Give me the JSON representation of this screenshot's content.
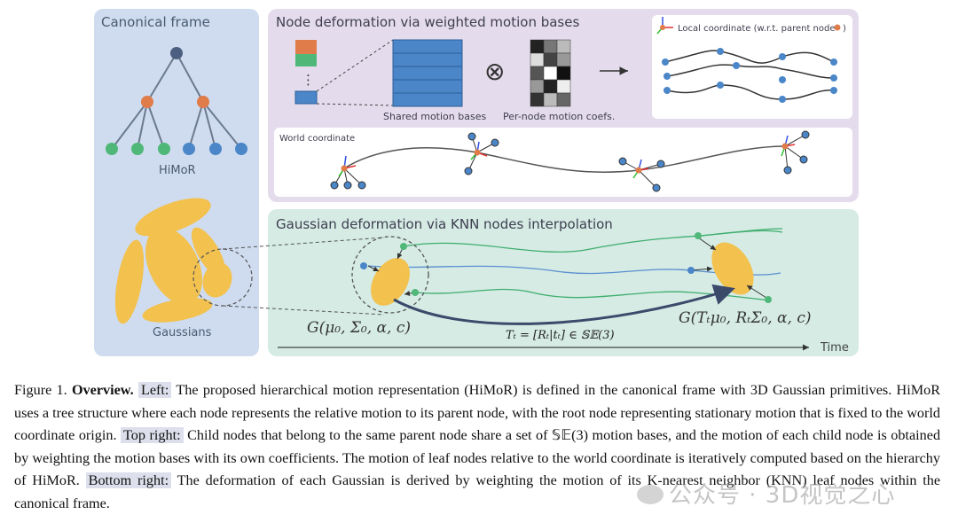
{
  "panels": {
    "canonical": {
      "title": "Canonical frame",
      "tree_label": "HiMoR",
      "gaussians_label": "Gaussians"
    },
    "node_deformation": {
      "title": "Node deformation via weighted motion bases",
      "shared_label": "Shared motion bases",
      "coef_label": "Per-node motion coefs.",
      "local_label": "Local coordinate (w.r.t. parent node",
      "world_label": "World coordinate",
      "dots": "⋮",
      "otimes": "⊗"
    },
    "gaussian_deformation": {
      "title": "Gaussian deformation via KNN nodes interpolation",
      "g_left": "G(μ₀, Σ₀, α, c)",
      "g_right": "G(Tₜμ₀, RₜΣ₀, α, c)",
      "transform": "Tₜ = [Rₜ|tₜ] ∈ 𝕊𝔼(3)",
      "time_label": "Time"
    }
  },
  "caption": {
    "fig_label": "Figure 1.",
    "bold": "Overview.",
    "left_tag": "Left:",
    "left_text": "The proposed hierarchical motion representation (HiMoR) is defined in the canonical frame with 3D Gaussian primitives. HiMoR uses a tree structure where each node represents the relative motion to its parent node, with the root node representing stationary motion that is fixed to the world coordinate origin.",
    "top_tag": "Top right:",
    "top_text": "Child nodes that belong to the same parent node share a set of 𝕊𝔼(3) motion bases, and the motion of each child node is obtained by weighting the motion bases with its own coefficients. The motion of leaf nodes relative to the world coordinate is iteratively computed based on the hierarchy of HiMoR.",
    "bottom_tag": "Bottom right:",
    "bottom_text": "The deformation of each Gaussian is derived by weighting the motion of its K-nearest neighbor (KNN) leaf nodes within the canonical frame."
  },
  "watermark": "公众号 · 3D视觉之心",
  "colors": {
    "left_panel": "#cfdcef",
    "top_panel": "#e4dcec",
    "bottom_panel": "#d5ebe4",
    "node_dark": "#4d5f80",
    "node_orange": "#e07b4a",
    "node_green": "#4fb879",
    "node_blue": "#4a86c8",
    "gaussian": "#f2c14e"
  }
}
